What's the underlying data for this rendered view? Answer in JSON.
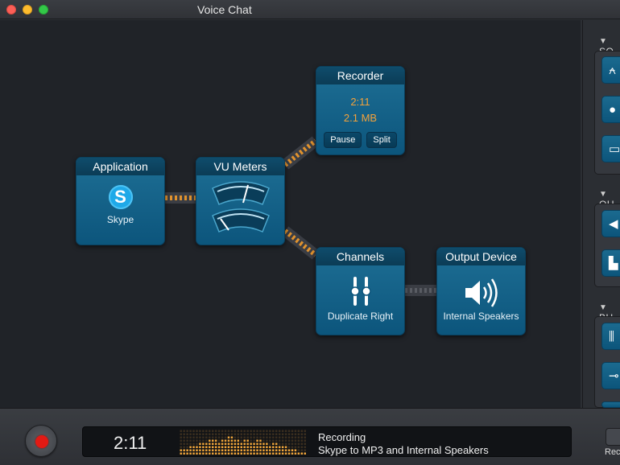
{
  "window": {
    "title": "Voice Chat"
  },
  "blocks": {
    "application": {
      "title": "Application",
      "label": "Skype",
      "icon": "skype-icon"
    },
    "vu_meters": {
      "title": "VU Meters"
    },
    "recorder": {
      "title": "Recorder",
      "time": "2:11",
      "size": "2.1 MB",
      "pause_label": "Pause",
      "split_label": "Split"
    },
    "channels": {
      "title": "Channels",
      "label": "Duplicate Right"
    },
    "output_device": {
      "title": "Output Device",
      "label": "Internal Speakers"
    }
  },
  "sidebar": {
    "sections": [
      {
        "label": "SO",
        "items": [
          "app-store-icon",
          "microphone-icon",
          "display-icon"
        ]
      },
      {
        "label": "OU",
        "items": [
          "speaker-icon",
          "file-icon"
        ]
      },
      {
        "label": "BU",
        "items": [
          "sliders-icon",
          "slider-icon",
          "slider-icon"
        ]
      }
    ]
  },
  "bottom": {
    "time": "2:11",
    "status": "Recording",
    "detail": "Skype to MP3 and Internal Speakers",
    "partial_label": "Rec"
  },
  "colors": {
    "accent_orange": "#f3a23b",
    "block_blue": "#146a91",
    "record_red": "#e21a14"
  }
}
